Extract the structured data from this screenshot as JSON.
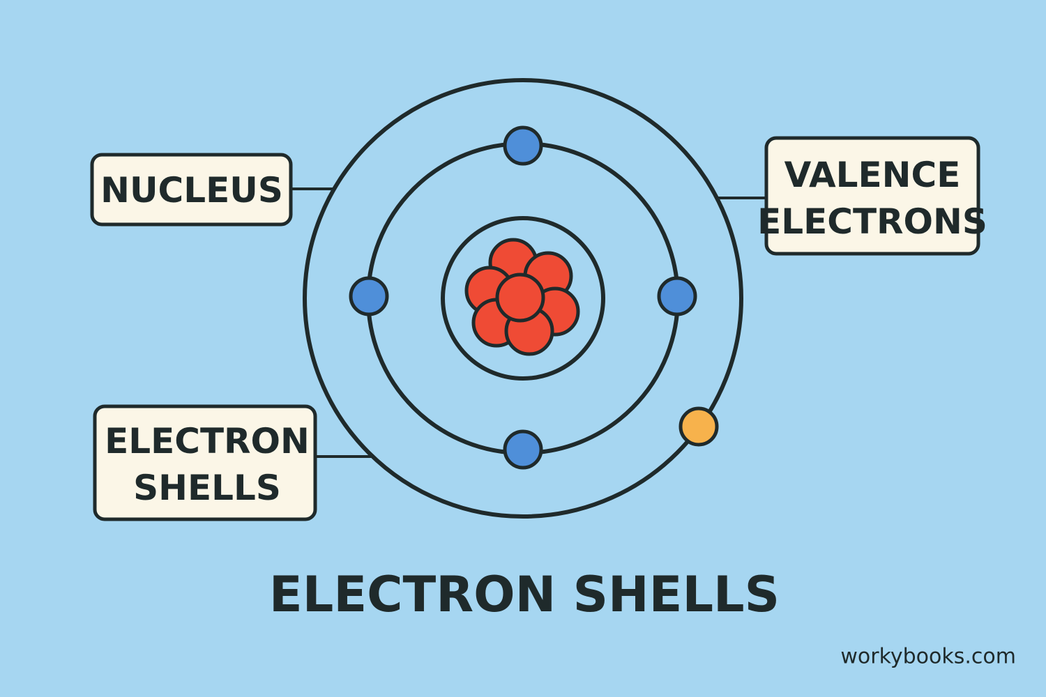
{
  "colors": {
    "background": "#a6d6f1",
    "outline": "#1f2a2b",
    "label_fill": "#fbf6e7",
    "electron": "#4f8fd9",
    "valence_electron": "#f7b24c",
    "proton": "#ef4b35"
  },
  "labels": {
    "nucleus": "NUCLEUS",
    "valence_line1": "VALENCE",
    "valence_line2": "ELECTRONS",
    "shells_line1": "ELECTRON",
    "shells_line2": "SHELLS"
  },
  "title": "ELECTRON SHELLS",
  "credit": "workybooks.com",
  "atom": {
    "shell_count": 3,
    "shell_electrons": [
      0,
      4,
      1
    ],
    "valence_electron_count": 1
  }
}
